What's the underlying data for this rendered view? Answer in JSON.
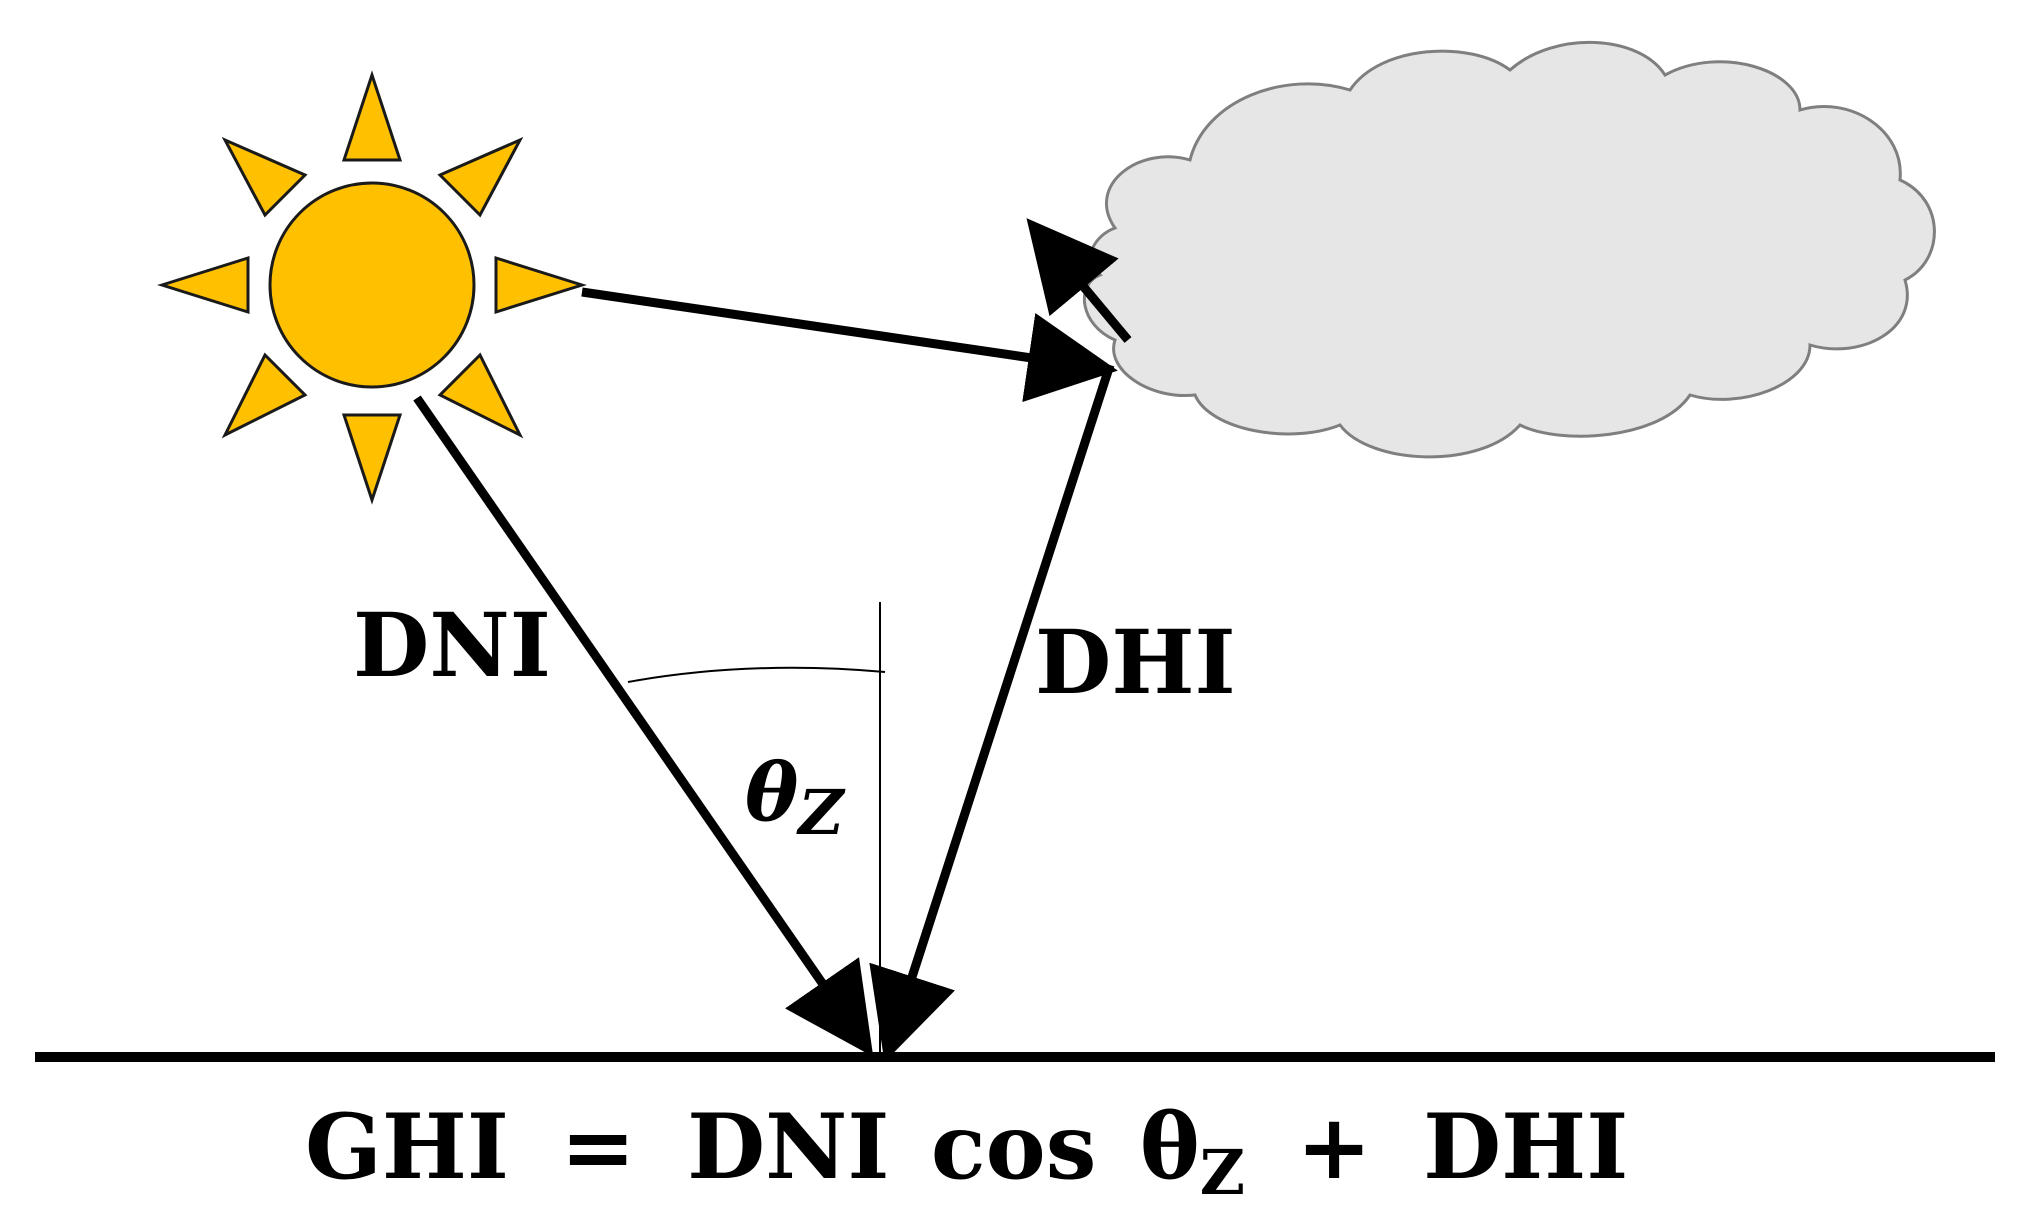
{
  "labels": {
    "dni": "DNI",
    "dhi": "DHI",
    "theta": "θ",
    "theta_sub": "Z"
  },
  "equation": {
    "lhs": "GHI",
    "equals": "=",
    "dni": "DNI",
    "cos": "cos",
    "theta": "θ",
    "theta_sub": "Z",
    "plus": "+",
    "dhi": "DHI"
  },
  "colors": {
    "sun": "#FFC000",
    "sun_outline": "#1a1a1a",
    "cloud_fill": "#E6E6E6",
    "cloud_outline": "#7F7F7F",
    "line": "#000000"
  },
  "icons": {
    "sun": "sun-icon",
    "cloud": "cloud-icon"
  }
}
